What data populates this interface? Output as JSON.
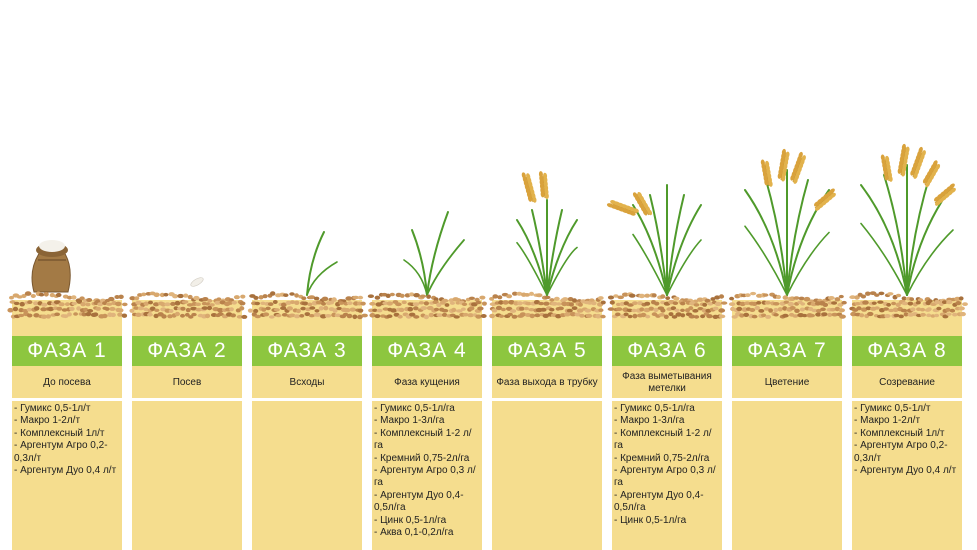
{
  "phases": [
    {
      "label": "ФАЗА 1",
      "stage": "До посева",
      "icon": "grain-sack-icon",
      "products": "- Гумикс 0,5-1л/т\n- Макро 1-2л/т\n- Комплексный 1л/т\n- Аргентум Агро 0,2-0,3л/т\n- Аргентум Дуо 0,4 л/т"
    },
    {
      "label": "ФАЗА 2",
      "stage": "Посев",
      "icon": "seed-icon",
      "products": ""
    },
    {
      "label": "ФАЗА 3",
      "stage": "Всходы",
      "icon": "sprout-icon",
      "products": ""
    },
    {
      "label": "ФАЗА 4",
      "stage": "Фаза кущения",
      "icon": "tillering-plant-icon",
      "products": "- Гумикс 0,5-1л/га\n- Макро 1-3л/га\n- Комплексный 1-2 л/га\n- Кремний 0,75-2л/га\n- Аргентум Агро 0,3 л/га\n- Аргентум Дуо 0,4-0,5л/га\n- Цинк 0,5-1л/га\n- Аква 0,1-0,2л/га"
    },
    {
      "label": "ФАЗА 5",
      "stage": "Фаза выхода в трубку",
      "icon": "booting-plant-icon",
      "products": ""
    },
    {
      "label": "ФАЗА 6",
      "stage": "Фаза выметывания метелки",
      "icon": "heading-plant-icon",
      "products": "- Гумикс 0,5-1л/га\n- Макро 1-3л/га\n- Комплексный 1-2 л/га\n- Кремний 0,75-2л/га\n- Аргентум Агро 0,3 л/га\n- Аргентум Дуо 0,4-0,5л/га\n- Цинк 0,5-1л/га"
    },
    {
      "label": "ФАЗА 7",
      "stage": "Цветение",
      "icon": "flowering-plant-icon",
      "products": ""
    },
    {
      "label": "ФАЗА 8",
      "stage": "Созревание",
      "icon": "ripening-plant-icon",
      "products": "- Гумикс 0,5-1л/т\n- Макро 1-2л/т\n- Комплексный 1л/т\n- Аргентум Агро 0,2-0,3л/т\n- Аргентум Дуо 0,4 л/т"
    }
  ],
  "colors": {
    "phase_band": "#8dc63f",
    "column_bg": "#f5dd8e",
    "soil": "#c8935a",
    "leaf": "#4f9a2b",
    "grain": "#e2b24c"
  }
}
